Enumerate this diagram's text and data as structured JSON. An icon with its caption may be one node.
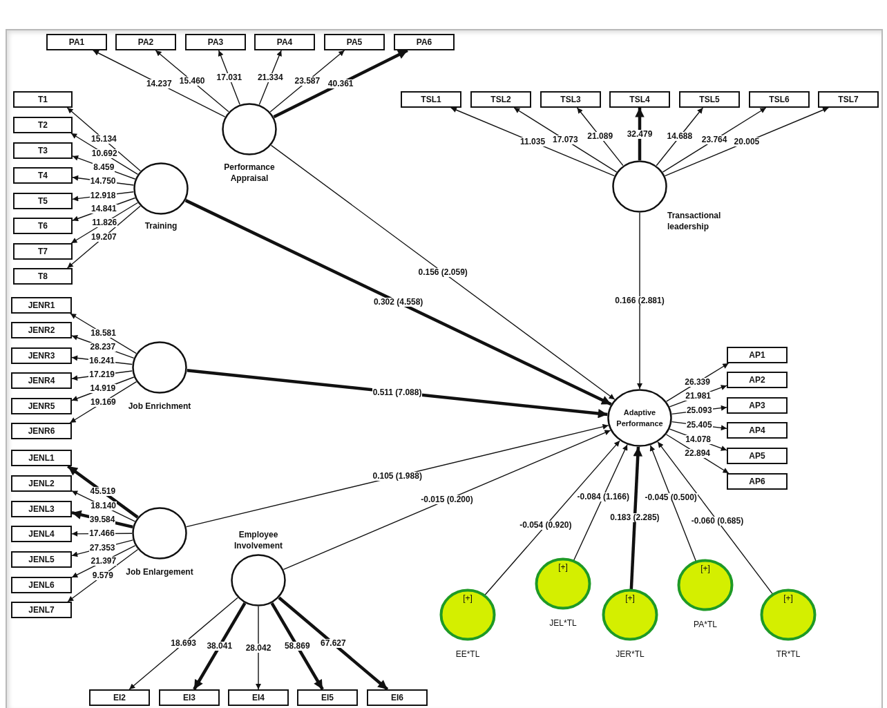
{
  "diagram": {
    "nodes": [
      {
        "text": [
          "PA1"
        ]
      },
      {
        "text": [
          "PA2"
        ]
      },
      {
        "text": [
          "PA3"
        ]
      },
      {
        "text": [
          "PA4"
        ]
      },
      {
        "text": [
          "PA5"
        ]
      },
      {
        "text": [
          "PA6"
        ]
      },
      {
        "text": [
          "TSL1"
        ]
      },
      {
        "text": [
          "TSL2"
        ]
      },
      {
        "text": [
          "TSL3"
        ]
      },
      {
        "text": [
          "TSL4"
        ]
      },
      {
        "text": [
          "TSL5"
        ]
      },
      {
        "text": [
          "TSL6"
        ]
      },
      {
        "text": [
          "TSL7"
        ]
      },
      {
        "text": [
          "T1"
        ]
      },
      {
        "text": [
          "T2"
        ]
      },
      {
        "text": [
          "T3"
        ]
      },
      {
        "text": [
          "T4"
        ]
      },
      {
        "text": [
          "T5"
        ]
      },
      {
        "text": [
          "T6"
        ]
      },
      {
        "text": [
          "T7"
        ]
      },
      {
        "text": [
          "T8"
        ]
      },
      {
        "text": [
          "JENR1"
        ]
      },
      {
        "text": [
          "JENR2"
        ]
      },
      {
        "text": [
          "JENR3"
        ]
      },
      {
        "text": [
          "JENR4"
        ]
      },
      {
        "text": [
          "JENR5"
        ]
      },
      {
        "text": [
          "JENR6"
        ]
      },
      {
        "text": [
          "JENL1"
        ]
      },
      {
        "text": [
          "JENL2"
        ]
      },
      {
        "text": [
          "JENL3"
        ]
      },
      {
        "text": [
          "JENL4"
        ]
      },
      {
        "text": [
          "JENL5"
        ]
      },
      {
        "text": [
          "JENL6"
        ]
      },
      {
        "text": [
          "JENL7"
        ]
      },
      {
        "text": [
          "EI2"
        ]
      },
      {
        "text": [
          "EI3"
        ]
      },
      {
        "text": [
          "EI4"
        ]
      },
      {
        "text": [
          "EI5"
        ]
      },
      {
        "text": [
          "EI6"
        ]
      },
      {
        "text": [
          "AP1"
        ]
      },
      {
        "text": [
          "AP2"
        ]
      },
      {
        "text": [
          "AP3"
        ]
      },
      {
        "text": [
          "AP4"
        ]
      },
      {
        "text": [
          "AP5"
        ]
      },
      {
        "text": [
          "AP6"
        ]
      },
      {
        "text": [
          "Performance Appraisal"
        ]
      },
      {
        "text": [
          "Training"
        ]
      },
      {
        "text": [
          "Transactional leadership"
        ]
      },
      {
        "text": [
          "Job Enrichment"
        ]
      },
      {
        "text": [
          "Job Enlargement"
        ]
      },
      {
        "text": [
          "Employee Involvement"
        ]
      },
      {
        "text": [
          "Adaptive Performance"
        ]
      },
      {
        "text": [
          "[+]",
          "EE*TL"
        ]
      },
      {
        "text": [
          "[+]",
          "JEL*TL"
        ]
      },
      {
        "text": [
          "[+]",
          "JER*TL"
        ]
      },
      {
        "text": [
          "[+]",
          "PA*TL"
        ]
      },
      {
        "text": [
          "[+]",
          "TR*TL"
        ]
      }
    ],
    "edges": [
      {
        "from": 45,
        "to": 0,
        "arrow": "to",
        "label": "14.237"
      },
      {
        "from": 45,
        "to": 1,
        "arrow": "to",
        "label": "15.460"
      },
      {
        "from": 45,
        "to": 2,
        "arrow": "to",
        "label": "17.031"
      },
      {
        "from": 45,
        "to": 3,
        "arrow": "to",
        "label": "21.334"
      },
      {
        "from": 45,
        "to": 4,
        "arrow": "to",
        "label": "23.587"
      },
      {
        "from": 45,
        "to": 5,
        "arrow": "to",
        "label": "40.361",
        "style": "thick"
      },
      {
        "from": 47,
        "to": 6,
        "arrow": "to",
        "label": "11.035"
      },
      {
        "from": 47,
        "to": 7,
        "arrow": "to",
        "label": "17.073"
      },
      {
        "from": 47,
        "to": 8,
        "arrow": "to",
        "label": "21.089"
      },
      {
        "from": 47,
        "to": 9,
        "arrow": "to",
        "label": "32.479",
        "style": "thick"
      },
      {
        "from": 47,
        "to": 10,
        "arrow": "to",
        "label": "14.688"
      },
      {
        "from": 47,
        "to": 11,
        "arrow": "to",
        "label": "23.764"
      },
      {
        "from": 47,
        "to": 12,
        "arrow": "to",
        "label": "20.005"
      },
      {
        "from": 46,
        "to": 13,
        "arrow": "to",
        "label": "15.134"
      },
      {
        "from": 46,
        "to": 14,
        "arrow": "to",
        "label": "10.692"
      },
      {
        "from": 46,
        "to": 15,
        "arrow": "to",
        "label": "8.459"
      },
      {
        "from": 46,
        "to": 16,
        "arrow": "to",
        "label": "14.750"
      },
      {
        "from": 46,
        "to": 17,
        "arrow": "to",
        "label": "12.918"
      },
      {
        "from": 46,
        "to": 18,
        "arrow": "to",
        "label": "14.841"
      },
      {
        "from": 46,
        "to": 19,
        "arrow": "to",
        "label": "11.826"
      },
      {
        "from": 46,
        "to": 20,
        "arrow": "to",
        "label": "19.207"
      },
      {
        "from": 48,
        "to": 21,
        "arrow": "to",
        "label": "18.581"
      },
      {
        "from": 48,
        "to": 22,
        "arrow": "to",
        "label": "28.237"
      },
      {
        "from": 48,
        "to": 23,
        "arrow": "to",
        "label": "16.241"
      },
      {
        "from": 48,
        "to": 24,
        "arrow": "to",
        "label": "17.219"
      },
      {
        "from": 48,
        "to": 25,
        "arrow": "to",
        "label": "14.919"
      },
      {
        "from": 48,
        "to": 26,
        "arrow": "to",
        "label": "19.169"
      },
      {
        "from": 49,
        "to": 27,
        "arrow": "to",
        "label": "45.519",
        "style": "thick"
      },
      {
        "from": 49,
        "to": 28,
        "arrow": "to",
        "label": "18.140"
      },
      {
        "from": 49,
        "to": 29,
        "arrow": "to",
        "label": "39.584",
        "style": "thick"
      },
      {
        "from": 49,
        "to": 30,
        "arrow": "to",
        "label": "17.466"
      },
      {
        "from": 49,
        "to": 31,
        "arrow": "to",
        "label": "27.353"
      },
      {
        "from": 49,
        "to": 32,
        "arrow": "to",
        "label": "21.397"
      },
      {
        "from": 49,
        "to": 33,
        "arrow": "to",
        "label": "9.579"
      },
      {
        "from": 50,
        "to": 34,
        "arrow": "to",
        "label": "18.693"
      },
      {
        "from": 50,
        "to": 35,
        "arrow": "to",
        "label": "38.041",
        "style": "thick"
      },
      {
        "from": 50,
        "to": 36,
        "arrow": "to",
        "label": "28.042"
      },
      {
        "from": 50,
        "to": 37,
        "arrow": "to",
        "label": "58.869",
        "style": "thick"
      },
      {
        "from": 50,
        "to": 38,
        "arrow": "to",
        "label": "67.627",
        "style": "thick"
      },
      {
        "from": 51,
        "to": 39,
        "arrow": "to",
        "label": "26.339"
      },
      {
        "from": 51,
        "to": 40,
        "arrow": "to",
        "label": "21.981"
      },
      {
        "from": 51,
        "to": 41,
        "arrow": "to",
        "label": "25.093"
      },
      {
        "from": 51,
        "to": 42,
        "arrow": "to",
        "label": "25.405"
      },
      {
        "from": 51,
        "to": 43,
        "arrow": "to",
        "label": "14.078"
      },
      {
        "from": 51,
        "to": 44,
        "arrow": "to",
        "label": "22.894"
      },
      {
        "from": 45,
        "to": 51,
        "arrow": "to",
        "label": "0.156 (2.059)"
      },
      {
        "from": 46,
        "to": 51,
        "arrow": "to",
        "label": "0.302 (4.558)",
        "style": "thick"
      },
      {
        "from": 47,
        "to": 51,
        "arrow": "to",
        "label": "0.166 (2.881)"
      },
      {
        "from": 48,
        "to": 51,
        "arrow": "to",
        "label": "0.511 (7.088)",
        "style": "thick"
      },
      {
        "from": 49,
        "to": 51,
        "arrow": "to",
        "label": "0.105 (1.988)"
      },
      {
        "from": 50,
        "to": 51,
        "arrow": "to",
        "label": "-0.015 (0.200)"
      },
      {
        "from": 52,
        "to": 51,
        "arrow": "to",
        "label": "-0.054 (0.920)"
      },
      {
        "from": 53,
        "to": 51,
        "arrow": "to",
        "label": "-0.084 (1.166)"
      },
      {
        "from": 54,
        "to": 51,
        "arrow": "to",
        "label": "0.183 (2.285)",
        "style": "thick"
      },
      {
        "from": 55,
        "to": 51,
        "arrow": "to",
        "label": "-0.045 (0.500)"
      },
      {
        "from": 56,
        "to": 51,
        "arrow": "to",
        "label": "-0.060 (0.685)"
      }
    ]
  }
}
